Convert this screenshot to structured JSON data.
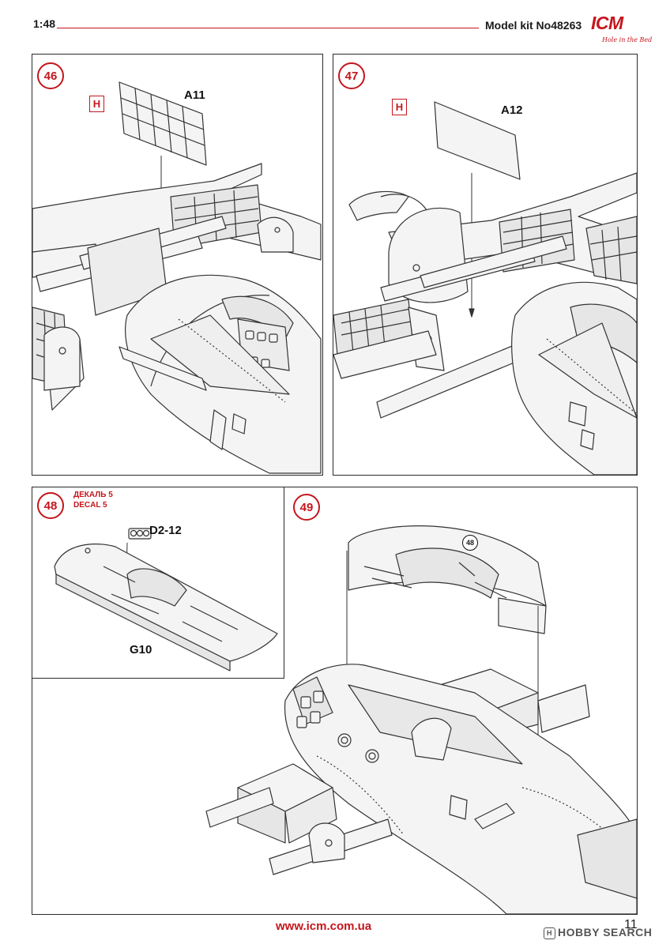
{
  "header": {
    "scale": "1:48",
    "kit_number": "Model kit No48263",
    "logo": {
      "brand": "ICM",
      "slogan": "Hole in the Bed"
    }
  },
  "steps": {
    "s46": {
      "number": "46",
      "mark": "H",
      "part": "A11"
    },
    "s47": {
      "number": "47",
      "mark": "H",
      "part": "A12"
    },
    "s48": {
      "number": "48",
      "decal_ru": "ДЕКАЛЬ 5",
      "decal_en": "DECAL 5",
      "decal_part": "D2-12",
      "part": "G10"
    },
    "s49": {
      "number": "49",
      "ref": "48"
    }
  },
  "footer": {
    "url": "www.icm.com.ua",
    "page": "11",
    "watermark": "HOBBY SEARCH"
  },
  "colors": {
    "accent": "#c4161c",
    "line": "#2a2a2a",
    "paper": "#ffffff"
  }
}
